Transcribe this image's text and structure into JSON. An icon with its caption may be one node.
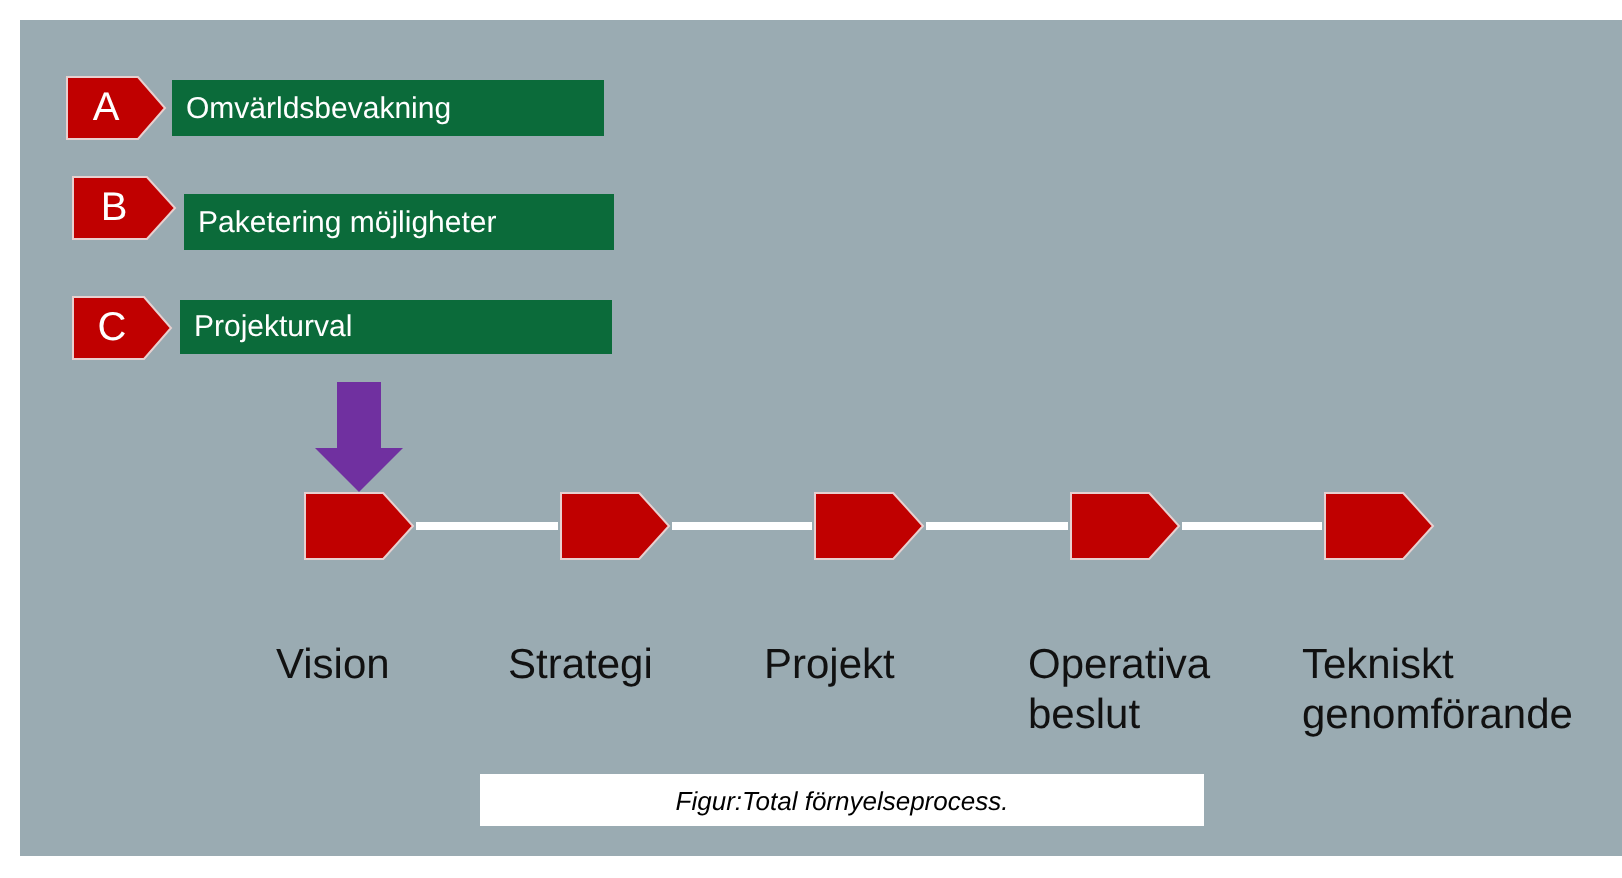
{
  "diagram": {
    "caption": "Figur:Total förnyelseprocess.",
    "nodes": [
      {
        "text": [
          "A"
        ]
      },
      {
        "text": [
          "Omvärldsbevakning"
        ]
      },
      {
        "text": [
          "B"
        ]
      },
      {
        "text": [
          "Paketering möjligheter"
        ]
      },
      {
        "text": [
          "C"
        ]
      },
      {
        "text": [
          "Projekturval"
        ]
      },
      {
        "text": [],
        "shape": "pentagon",
        "beside": [
          "Vision"
        ]
      },
      {
        "text": [],
        "shape": "pentagon",
        "beside": [
          "Strategi"
        ]
      },
      {
        "text": [],
        "shape": "pentagon",
        "beside": [
          "Projekt"
        ]
      },
      {
        "text": [],
        "shape": "pentagon",
        "beside": [
          "Operativa beslut"
        ]
      },
      {
        "text": [],
        "shape": "pentagon",
        "beside": [
          "Tekniskt genomförande"
        ]
      }
    ],
    "edges": [
      {
        "from": 5,
        "to": 6,
        "arrow": "to",
        "style": "thick",
        "color": "#7030a0"
      },
      {
        "from": 6,
        "to": 7,
        "arrow": "none"
      },
      {
        "from": 7,
        "to": 8,
        "arrow": "none"
      },
      {
        "from": 8,
        "to": 9,
        "arrow": "none"
      },
      {
        "from": 9,
        "to": 10,
        "arrow": "none"
      }
    ]
  }
}
